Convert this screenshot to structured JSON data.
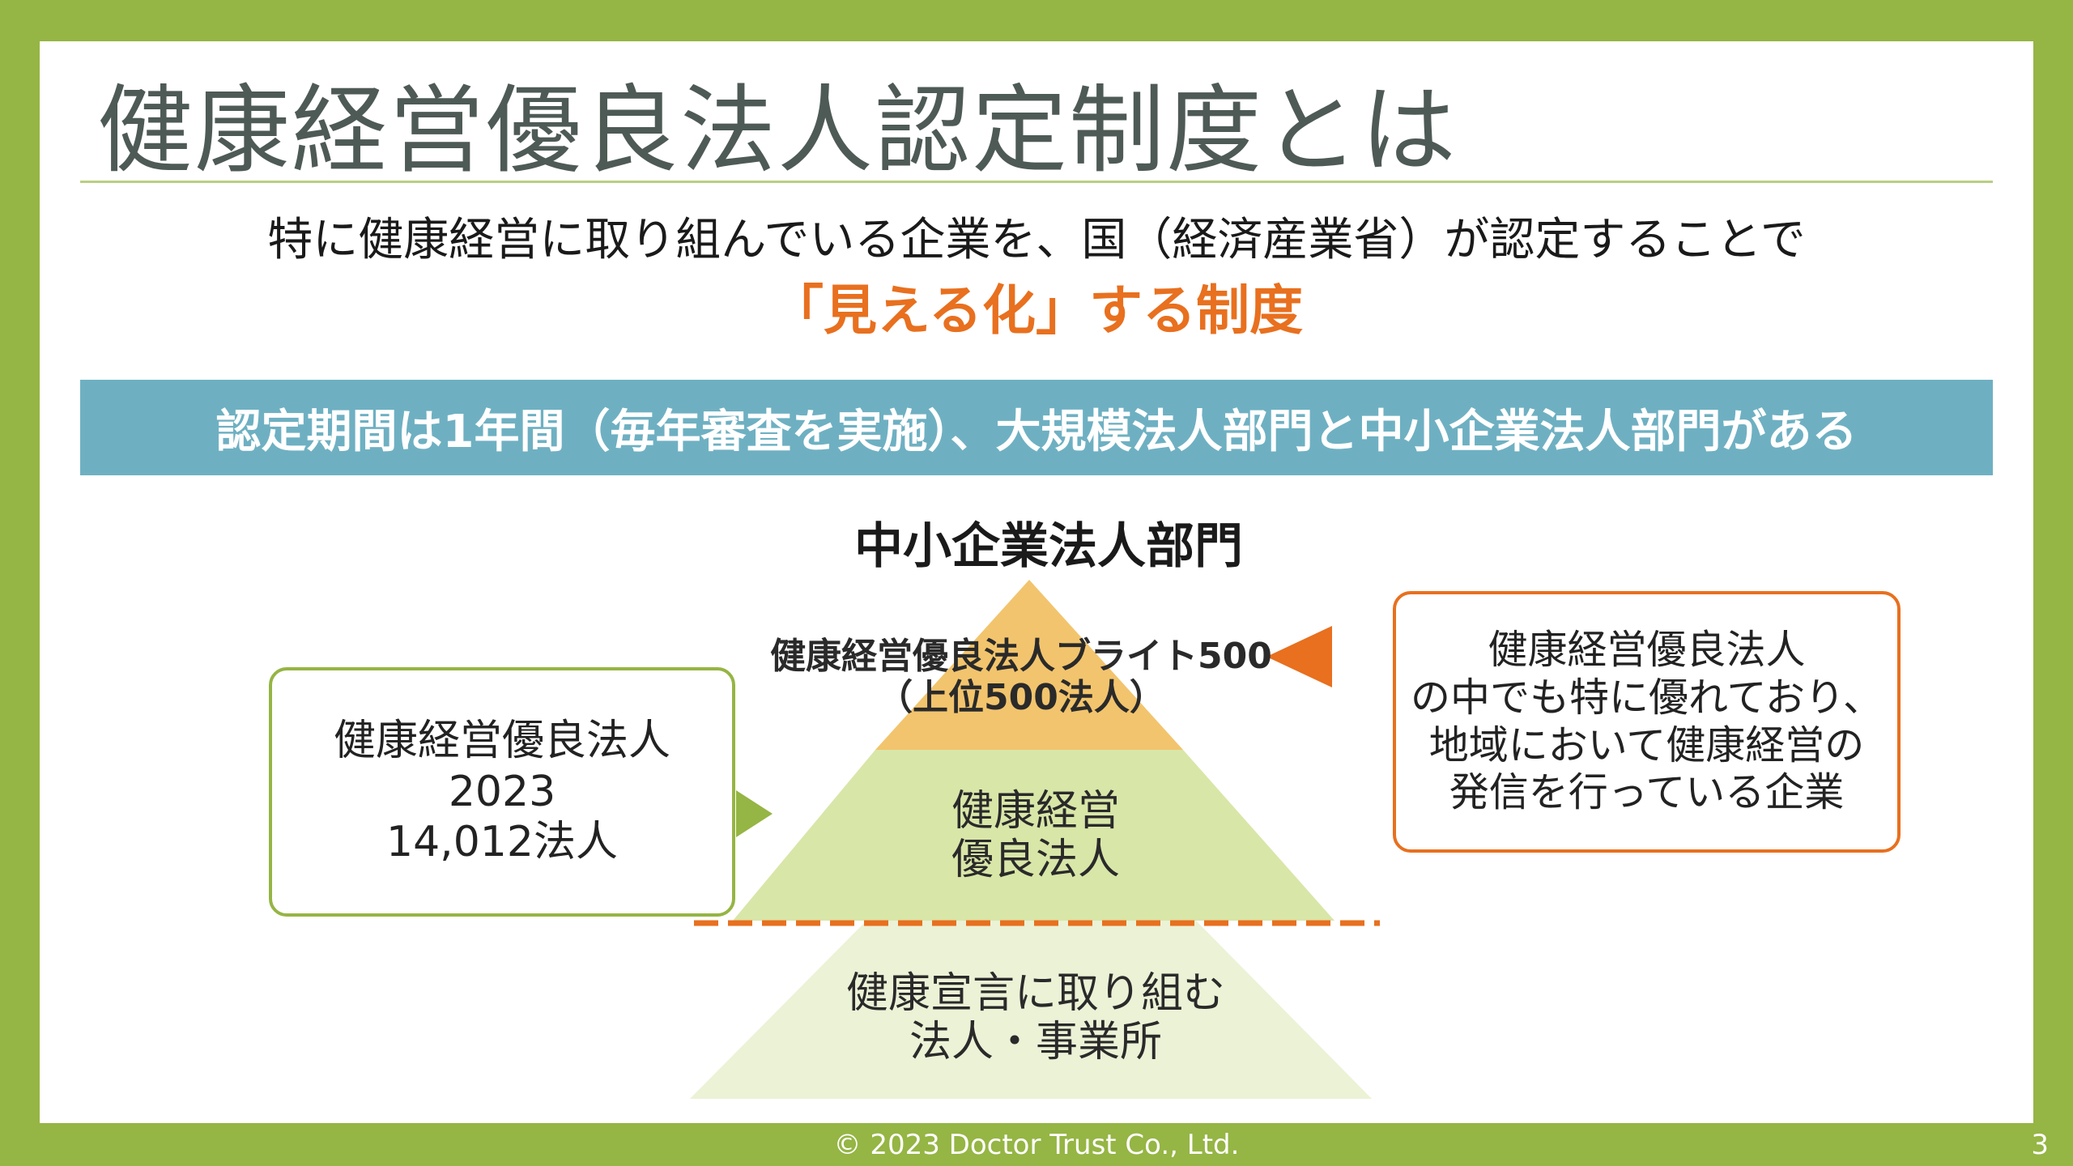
{
  "slide": {
    "title": "健康経営優良法人認定制度とは",
    "lead": "特に健康経営に取り組んでいる企業を、国（経済産業省）が認定することで",
    "highlight": "「見える化」する制度",
    "banner": "認定期間は1年間（毎年審査を実施）、大規模法人部門と中小企業法人部門がある",
    "section_heading": "中小企業法人部門"
  },
  "pyramid": {
    "top": {
      "line1": "健康経営優良法人ブライト500",
      "line2": "（上位500法人）"
    },
    "middle": {
      "line1": "健康経営",
      "line2": "優良法人"
    },
    "bottom": {
      "line1": "健康宣言に取り組む",
      "line2": "法人・事業所"
    }
  },
  "left_callout": {
    "line1": "健康経営優良法人",
    "line2": "2023",
    "line3": "14,012法人"
  },
  "right_callout": {
    "line1": "健康経営優良法人",
    "line2": "の中でも特に優れており、",
    "line3": "地域において健康経営の",
    "line4": "発信を行っている企業"
  },
  "footer": {
    "copyright": "© 2023 Doctor Trust Co., Ltd.",
    "page": "3"
  },
  "colors": {
    "frame": "#95b544",
    "banner": "#6eb0c2",
    "accent_orange": "#e8701f",
    "tier_top": "#f2c46d",
    "tier_middle": "#d8e6a8",
    "tier_bottom": "#ebf2d6",
    "left_callout_border": "#95b544"
  }
}
